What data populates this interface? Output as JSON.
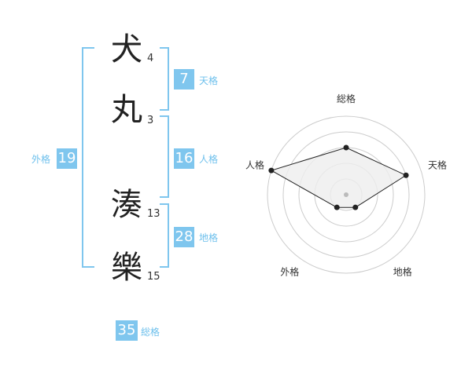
{
  "name": {
    "chars": [
      {
        "char": "犬",
        "strokes": "4"
      },
      {
        "char": "丸",
        "strokes": "3"
      },
      {
        "char": "湊",
        "strokes": "13"
      },
      {
        "char": "樂",
        "strokes": "15"
      }
    ]
  },
  "fortune": {
    "tenkaku": {
      "value": "7",
      "label": "天格"
    },
    "jinkaku": {
      "value": "16",
      "label": "人格"
    },
    "chikaku": {
      "value": "28",
      "label": "地格"
    },
    "gaikaku": {
      "value": "19",
      "label": "外格"
    },
    "soukaku": {
      "value": "35",
      "label": "総格"
    }
  },
  "chart_data": {
    "type": "radar",
    "axes": [
      "総格",
      "天格",
      "地格",
      "外格",
      "人格"
    ],
    "values": [
      3,
      4,
      1,
      1,
      5
    ],
    "rmax": 5,
    "rings": 5,
    "colors": {
      "ring": "#cccccc",
      "fill": "#eeeeee",
      "line": "#222222",
      "center": "#bbbbbb"
    }
  }
}
